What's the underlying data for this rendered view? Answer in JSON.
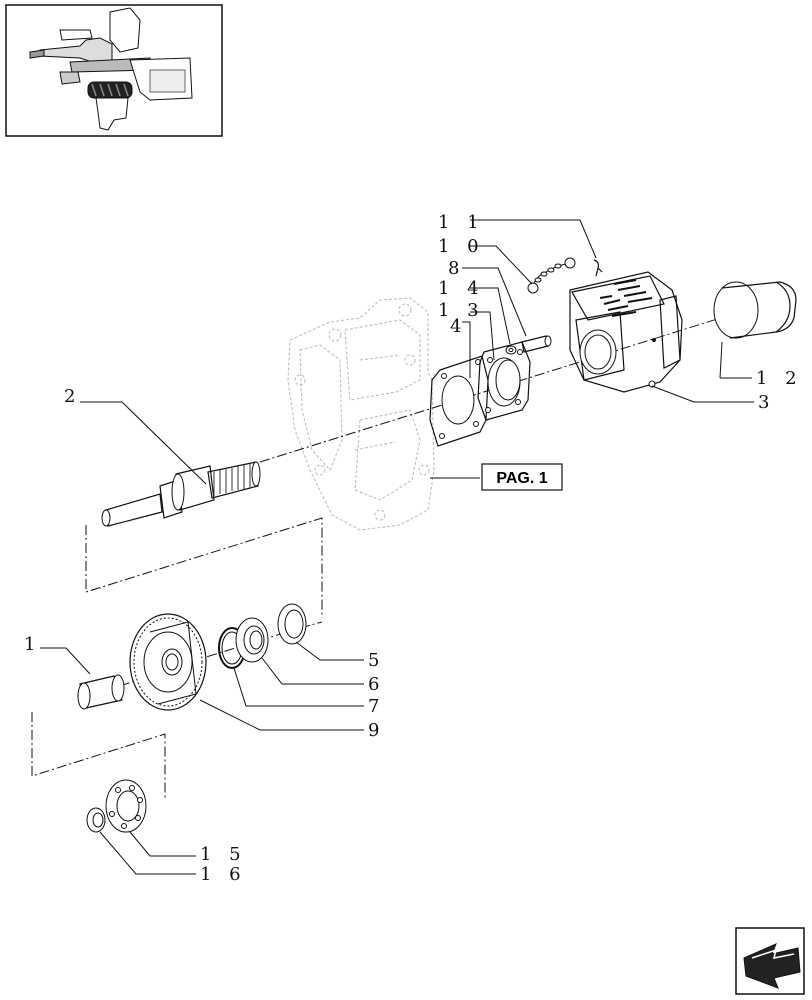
{
  "labels": {
    "p1": "1",
    "p2": "2",
    "p3": "3",
    "p4": "4",
    "p5": "5",
    "p6": "6",
    "p7": "7",
    "p8": "8",
    "p9": "9",
    "p10": "1 0",
    "p11": "1 1",
    "p12": "1 2",
    "p13": "1 3",
    "p14": "1 4",
    "p15": "1 5",
    "p16": "1 6"
  },
  "page_ref": "PAG. 1",
  "icons": {
    "thumbnail": "locator-thumbnail-icon",
    "nav": "next-page-arrow-icon"
  }
}
